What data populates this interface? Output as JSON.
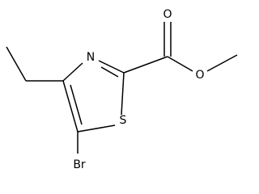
{
  "molecule": {
    "atoms": {
      "nitrogen": "N",
      "sulfur": "S",
      "carbonyl_oxygen": "O",
      "ester_oxygen": "O",
      "bromine": "Br"
    }
  }
}
